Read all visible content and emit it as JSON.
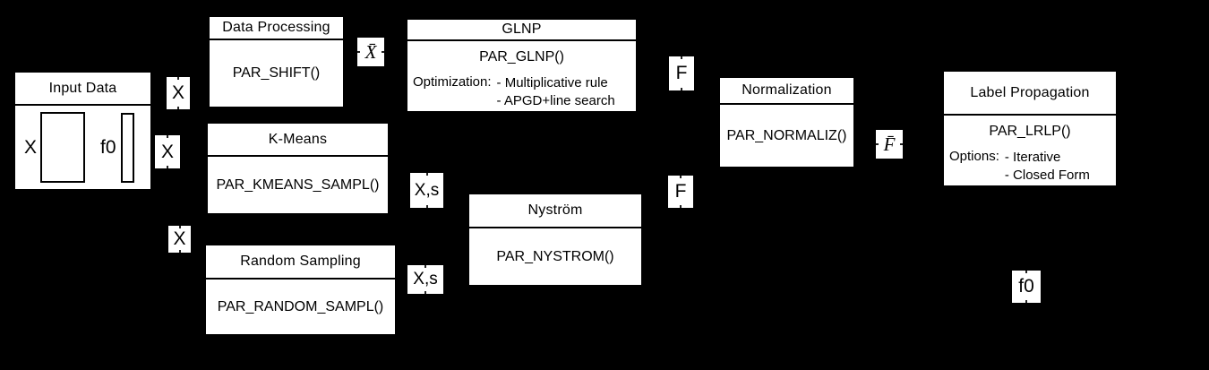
{
  "colors": {
    "background": "#000000",
    "node_fill": "#ffffff",
    "node_border": "#000000",
    "text": "#000000"
  },
  "nodes": {
    "input_data": {
      "title": "Input Data",
      "matrix_label": "X",
      "initial_labels_label": "f0"
    },
    "data_processing": {
      "title": "Data Processing",
      "body": "PAR_SHIFT()"
    },
    "glnp": {
      "title": "GLNP",
      "body": "PAR_GLNP()",
      "options_label": "Optimization:",
      "options": [
        "- Multiplicative rule",
        "- APGD+line search"
      ]
    },
    "kmeans": {
      "title": "K-Means",
      "body": "PAR_KMEANS_SAMPL()"
    },
    "random_sampling": {
      "title": "Random Sampling",
      "body": "PAR_RANDOM_SAMPL()"
    },
    "nystrom": {
      "title": "Nyström",
      "body": "PAR_NYSTROM()"
    },
    "normalization": {
      "title": "Normalization",
      "body": "PAR_NORMALIZ()"
    },
    "label_propagation": {
      "title": "Label Propagation",
      "body": "PAR_LRLP()",
      "options_label": "Options:",
      "options": [
        "- Iterative",
        "- Closed Form"
      ]
    }
  },
  "edge_labels": {
    "input_to_data_processing": "X",
    "input_to_kmeans": "X",
    "input_to_random_sampling": "X",
    "data_processing_to_glnp": "X̄",
    "kmeans_to_nystrom": "X,s",
    "random_sampling_to_nystrom": "X,s",
    "glnp_to_normalization": "F",
    "nystrom_to_normalization": "F",
    "normalization_to_label_propagation": "F̄",
    "input_to_label_propagation": "f0"
  }
}
